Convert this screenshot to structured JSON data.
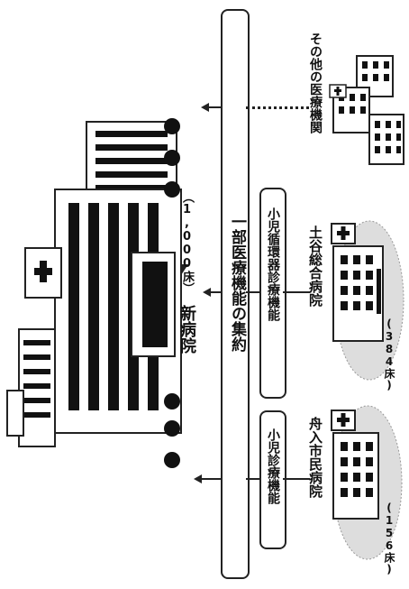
{
  "main_band": {
    "label": "一部医療機能の集約"
  },
  "new_hospital": {
    "label": "新病院",
    "beds": "（1,000床）"
  },
  "function_boxes": [
    {
      "label": "小児診療機能"
    },
    {
      "label": "小児循環器診療機能"
    }
  ],
  "hospitals": [
    {
      "name": "舟入市民病院",
      "beds": "(156床)"
    },
    {
      "name": "土谷総合病院",
      "beds": "(384床)"
    },
    {
      "name": "その他の医療機関"
    }
  ],
  "icons": {
    "top_arrow": "triangle-down-icon",
    "hospital_cross": "red-cross-icon"
  }
}
